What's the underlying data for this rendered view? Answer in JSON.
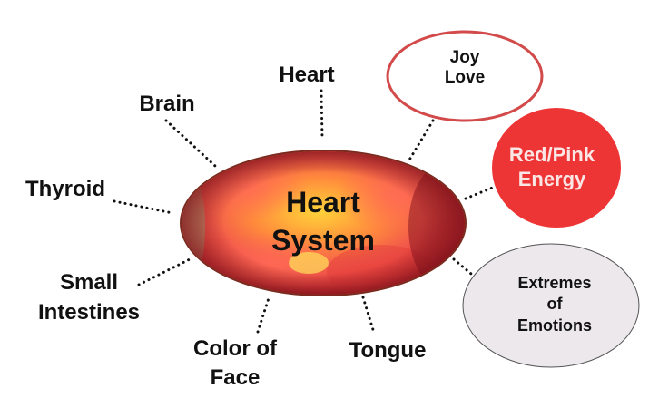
{
  "center": {
    "line1": "Heart",
    "line2": "System"
  },
  "labels": {
    "heart": "Heart",
    "brain": "Brain",
    "thyroid": "Thyroid",
    "small_intestines_1": "Small",
    "small_intestines_2": "Intestines",
    "color_of_face_1": "Color of",
    "color_of_face_2": "Face",
    "tongue": "Tongue"
  },
  "bubbles": {
    "joy_love": {
      "line1": "Joy",
      "line2": "Love"
    },
    "energy": {
      "line1": "Red/Pink",
      "line2": "Energy"
    },
    "emotions": {
      "line1": "Extremes",
      "line2": "of",
      "line3": "Emotions"
    }
  },
  "colors": {
    "accent_red": "#ee3535",
    "outline_red": "#d24a4a",
    "emotions_fill": "#ece8ec"
  }
}
